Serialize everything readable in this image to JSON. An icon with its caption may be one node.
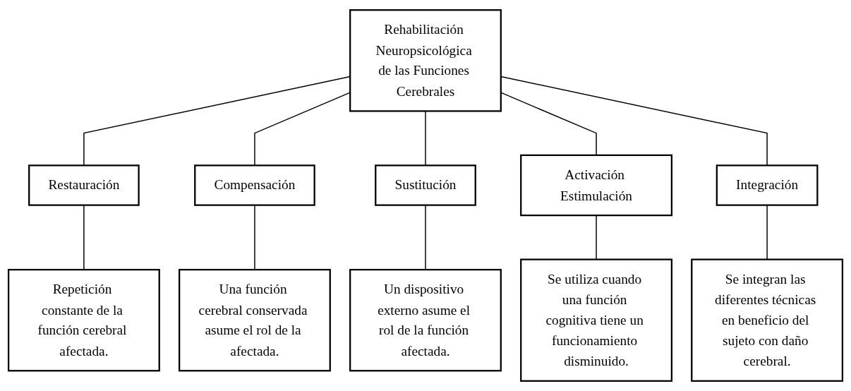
{
  "diagram": {
    "nodes": [
      {
        "text": [
          "Rehabilitación Neuropsicológica de las Funciones Cerebrales"
        ]
      },
      {
        "text": [
          "Restauración"
        ]
      },
      {
        "text": [
          "Compensación"
        ]
      },
      {
        "text": [
          "Sustitución"
        ]
      },
      {
        "text": [
          "Activación Estimulación"
        ]
      },
      {
        "text": [
          "Integración"
        ]
      },
      {
        "text": [
          "Repetición constante de la función cerebral afectada."
        ]
      },
      {
        "text": [
          "Una función cerebral conservada asume el rol de la afectada."
        ]
      },
      {
        "text": [
          "Un dispositivo externo asume el rol de la función afectada."
        ]
      },
      {
        "text": [
          "Se utiliza cuando una función cognitiva tiene un funcionamiento disminuido."
        ]
      },
      {
        "text": [
          "Se integran las diferentes técnicas en beneficio del sujeto con daño cerebral."
        ]
      }
    ],
    "edges": [
      {
        "from": 0,
        "to": 1,
        "arrow": "none"
      },
      {
        "from": 0,
        "to": 2,
        "arrow": "none"
      },
      {
        "from": 0,
        "to": 3,
        "arrow": "none"
      },
      {
        "from": 0,
        "to": 4,
        "arrow": "none"
      },
      {
        "from": 0,
        "to": 5,
        "arrow": "none"
      },
      {
        "from": 1,
        "to": 6,
        "arrow": "none"
      },
      {
        "from": 2,
        "to": 7,
        "arrow": "none"
      },
      {
        "from": 3,
        "to": 8,
        "arrow": "none"
      },
      {
        "from": 4,
        "to": 9,
        "arrow": "none"
      },
      {
        "from": 5,
        "to": 10,
        "arrow": "none"
      }
    ]
  }
}
